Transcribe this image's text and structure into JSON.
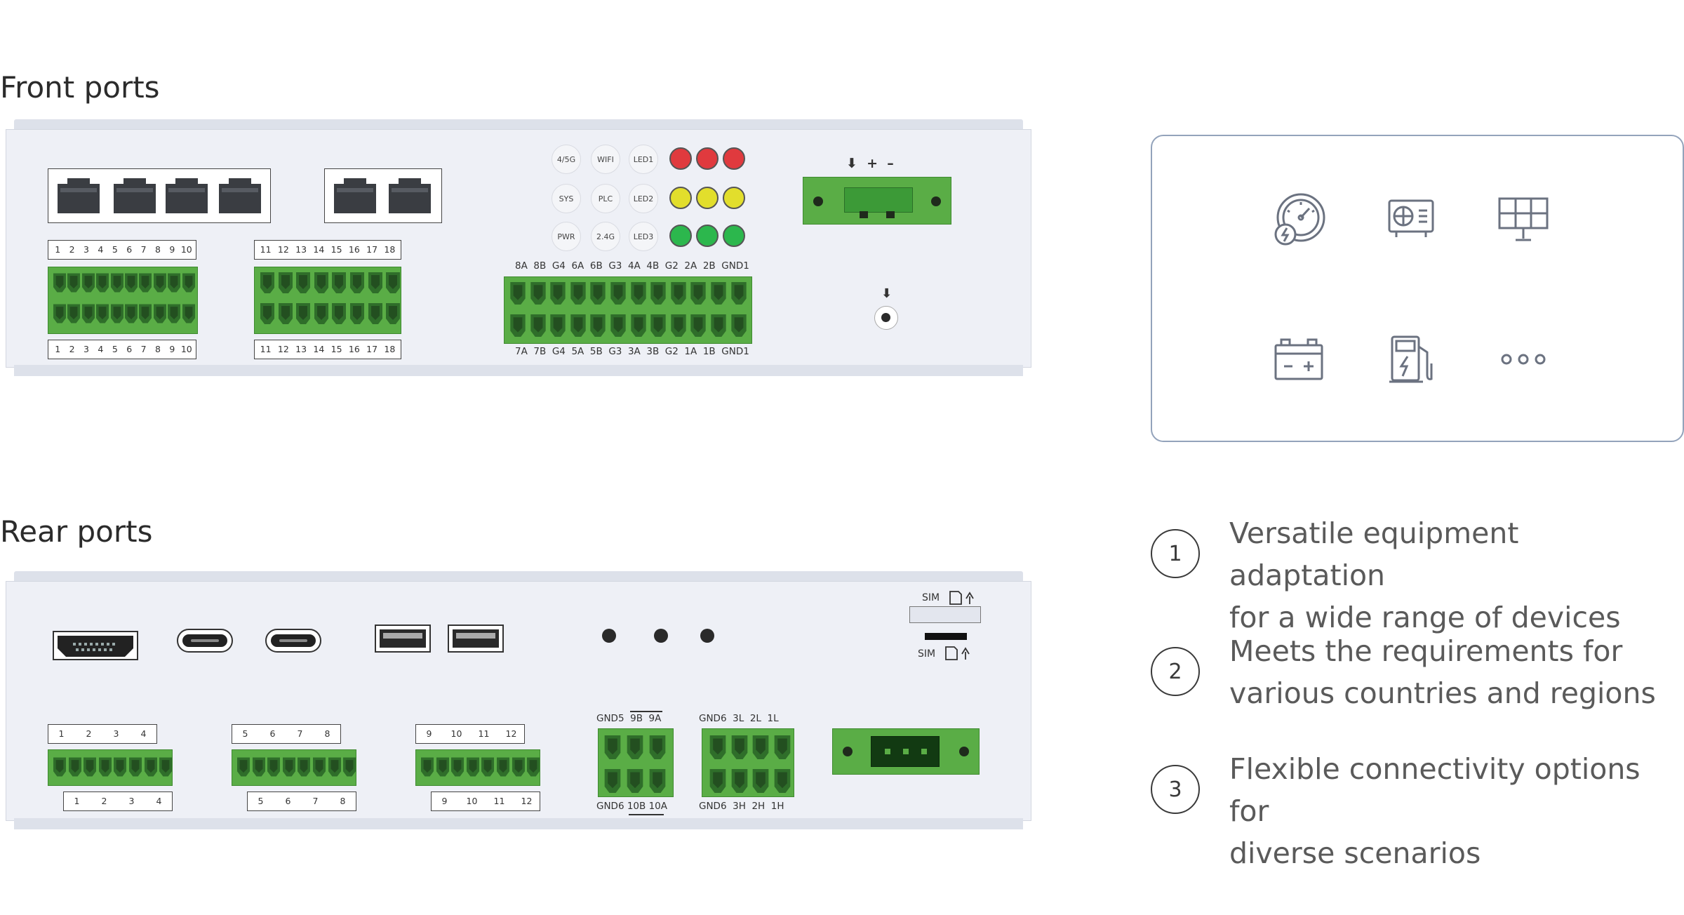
{
  "front": {
    "title": "Front ports",
    "bank1_top": [
      "1",
      "2",
      "3",
      "4",
      "5",
      "6",
      "7",
      "8",
      "9",
      "10"
    ],
    "bank1_bottom": [
      "1",
      "2",
      "3",
      "4",
      "5",
      "6",
      "7",
      "8",
      "9",
      "10"
    ],
    "bank2_top": [
      "11",
      "12",
      "13",
      "14",
      "15",
      "16",
      "17",
      "18"
    ],
    "bank2_bottom": [
      "11",
      "12",
      "13",
      "14",
      "15",
      "16",
      "17",
      "18"
    ],
    "leds": [
      {
        "label": "4/5G"
      },
      {
        "label": "WIFI"
      },
      {
        "label": "LED1"
      },
      {
        "label": "SYS"
      },
      {
        "label": "PLC"
      },
      {
        "label": "LED2"
      },
      {
        "label": "PWR"
      },
      {
        "label": "2.4G"
      },
      {
        "label": "LED3"
      }
    ],
    "indicator_colors": {
      "red": "#e03a3e",
      "yellow": "#e2de2c",
      "green": "#2cb74d"
    },
    "terminal_top": "8A  8B  G4  6A  6B  G3  4A  4B  G2  2A  2B  GND1",
    "terminal_bottom": "7A  7B  G4  5A  5B  G3  3A  3B  G2  1A  1B  GND1",
    "power_symbols": "⬇  +  –",
    "ground_symbol": "⬇"
  },
  "rear": {
    "title": "Rear ports",
    "sim_top": "SIM",
    "sim_bottom": "SIM",
    "b1_top": [
      "1",
      "2",
      "3",
      "4"
    ],
    "b1_bottom": [
      "1",
      "2",
      "3",
      "4"
    ],
    "b2_top": [
      "5",
      "6",
      "7",
      "8"
    ],
    "b2_bottom": [
      "5",
      "6",
      "7",
      "8"
    ],
    "b3_top": [
      "9",
      "10",
      "11",
      "12"
    ],
    "b3_bottom": [
      "9",
      "10",
      "11",
      "12"
    ],
    "t1_top": "GND5  9B  9A",
    "t1_bottom": "GND6 10B 10A",
    "t2_top": "GND6  3L  2L  1L",
    "t2_bottom": "GND6  3H  2H  1H"
  },
  "icons": [
    "meter-icon",
    "inverter-icon",
    "solar-panel-icon",
    "battery-icon",
    "charger-icon",
    "more-icon"
  ],
  "features": [
    {
      "num": "1",
      "line1": "Versatile equipment adaptation",
      "line2": "for a wide range of devices"
    },
    {
      "num": "2",
      "line1": "Meets the requirements for",
      "line2": "various countries and regions"
    },
    {
      "num": "3",
      "line1": "Flexible connectivity options for",
      "line2": "diverse scenarios"
    }
  ],
  "colors": {
    "connector_green": "#5aad46",
    "panel": "#eef0f6",
    "panel_border": "#cfd3dc",
    "box_border": "#8fa0b8"
  }
}
